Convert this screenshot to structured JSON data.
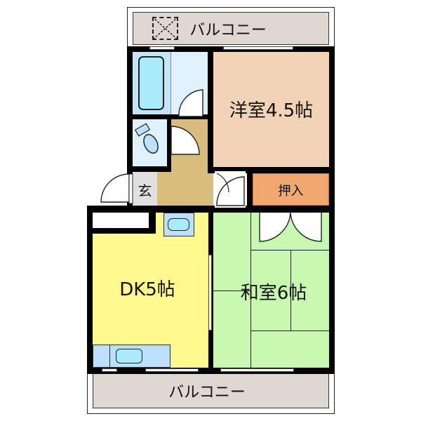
{
  "floorplan": {
    "balcony_top": {
      "label": "バルコニー",
      "color": "#e0d8d0",
      "has_aircon_outdoor_unit": true
    },
    "balcony_bottom": {
      "label": "バルコニー",
      "color": "#e0d8d0"
    },
    "rooms": [
      {
        "id": "western",
        "label": "洋室4.5帖",
        "color": "#f3d3b6"
      },
      {
        "id": "closet",
        "label": "押入",
        "color": "#f0a870"
      },
      {
        "id": "entrance",
        "label": "玄",
        "color": "#e0e0e0"
      },
      {
        "id": "hall",
        "label": "",
        "color": "#d8bc7c"
      },
      {
        "id": "bath",
        "label": "",
        "color": "#c4e4fa"
      },
      {
        "id": "washroom",
        "label": "",
        "color": "#dff1fd"
      },
      {
        "id": "toilet",
        "label": "",
        "color": "#dff1fd"
      },
      {
        "id": "dk",
        "label": "DK5帖",
        "color": "#fff98f"
      },
      {
        "id": "washitsu",
        "label": "和室6帖",
        "color": "#c8f8b0"
      }
    ],
    "fixtures": {
      "bathtub_color": "#a8ecfc",
      "kitchen_counter_color": "#bde0fb",
      "sink_color": "#a8ecfc"
    }
  }
}
